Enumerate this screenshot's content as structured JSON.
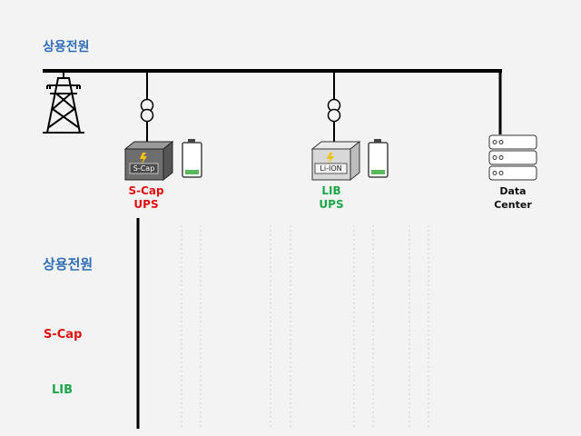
{
  "labels": {
    "grid_title_top": "상용전원",
    "grid_title_timeline": "상용전원",
    "row_scap": "S-Cap",
    "row_lib": "LIB"
  },
  "devices": {
    "scap_ups": {
      "box_text": "S-Cap",
      "line1": "S-Cap",
      "line2": "UPS"
    },
    "lib_ups": {
      "box_text": "Li-ION",
      "line1": "LIB",
      "line2": "UPS"
    },
    "datacenter": {
      "line1": "Data",
      "line2": "Center"
    }
  },
  "colors": {
    "title_blue": "#2f6db5",
    "scap_red": "#e01010",
    "lib_green": "#1fa64a",
    "battery_green": "#5cb85c"
  },
  "icons": [
    "transmission-tower-icon",
    "transformer-icon",
    "ups-box-icon",
    "battery-icon",
    "server-rack-icon"
  ]
}
